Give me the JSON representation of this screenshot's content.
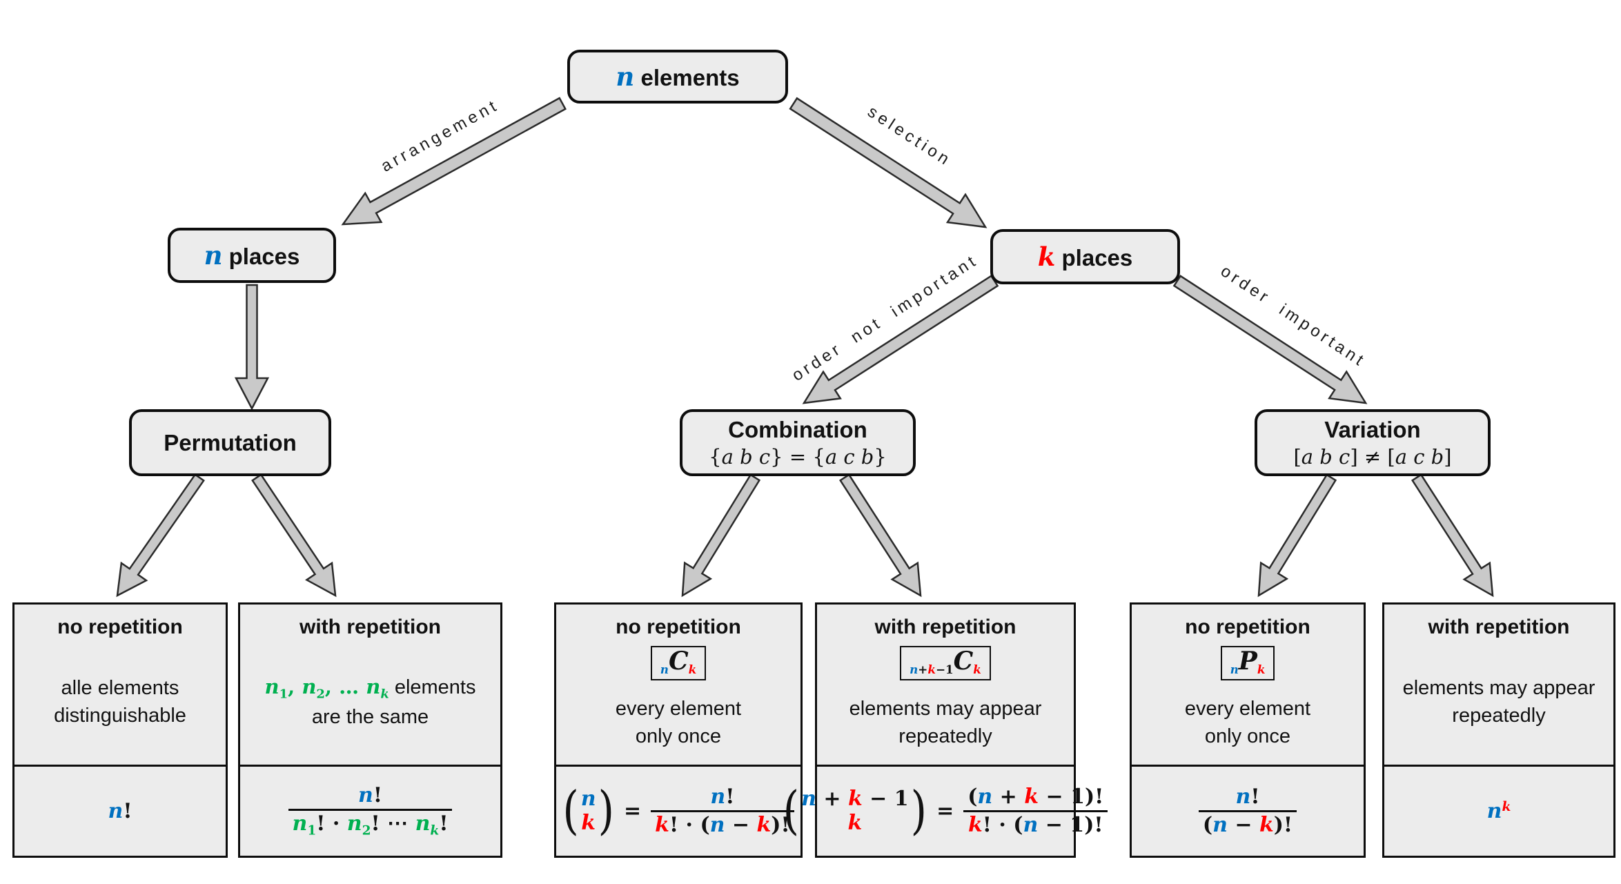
{
  "palette": {
    "blue": "#0070C0",
    "red": "#FF0000",
    "green": "#00B050",
    "node_fill": "#ececec",
    "arrow_fill": "#c9c9c9",
    "border": "#0d0d0d"
  },
  "nodes": {
    "root": {
      "title": [
        [
          "n",
          "v c-b"
        ],
        [
          " elements",
          ""
        ]
      ]
    },
    "n_places": {
      "title": [
        [
          "n",
          "v c-b"
        ],
        [
          " places",
          ""
        ]
      ]
    },
    "k_places": {
      "title": [
        [
          "k",
          "v c-r"
        ],
        [
          " places",
          ""
        ]
      ]
    },
    "permutation": {
      "title": [
        [
          "Permutation",
          ""
        ]
      ]
    },
    "combination": {
      "title": [
        [
          "Combination",
          ""
        ]
      ],
      "subtitle": [
        [
          "{",
          "mu"
        ],
        [
          "a b c",
          "mi"
        ],
        [
          "} = {",
          "mu"
        ],
        [
          "a c b",
          "mi"
        ],
        [
          "}",
          "mu"
        ]
      ]
    },
    "variation": {
      "title": [
        [
          "Variation",
          ""
        ]
      ],
      "subtitle": [
        [
          "[",
          "mu"
        ],
        [
          "a b c",
          "mi"
        ],
        [
          "] ≠ [",
          "mu"
        ],
        [
          "a c b",
          "mi"
        ],
        [
          "]",
          "mu"
        ]
      ]
    }
  },
  "edge_labels": {
    "arrangement": "arrangement",
    "selection": "selection",
    "order_not_important": "order not important",
    "order_important": "order important"
  },
  "leaves": [
    {
      "id": "permutation-no-repetition",
      "header": "no repetition",
      "symbol": null,
      "desc": [
        [
          [
            "alle elements",
            ""
          ]
        ],
        [
          [
            "distinguishable",
            ""
          ]
        ]
      ],
      "formula": [
        {
          "segs": [
            [
              "n",
              "v c-b"
            ],
            [
              "!",
              "u"
            ]
          ]
        }
      ]
    },
    {
      "id": "permutation-with-repetition",
      "header": "with repetition",
      "symbol": null,
      "desc": [
        [
          [
            "n",
            "v c-g"
          ],
          [
            "1",
            "u c-g sub"
          ],
          [
            ", ",
            "u c-g"
          ],
          [
            "n",
            "v c-g"
          ],
          [
            "2",
            "u c-g sub"
          ],
          [
            ", … ",
            "u c-g"
          ],
          [
            "n",
            "v c-g"
          ],
          [
            "k",
            "v c-g sub"
          ],
          [
            " elements",
            ""
          ]
        ],
        [
          [
            "are the same",
            ""
          ]
        ]
      ],
      "formula": [
        {
          "frac": {
            "num": [
              [
                "n",
                "v c-b"
              ],
              [
                "!",
                "u"
              ]
            ],
            "den": [
              [
                "n",
                "v c-g"
              ],
              [
                "1",
                "u c-g sub"
              ],
              [
                "! · ",
                "u"
              ],
              [
                "n",
                "v c-g"
              ],
              [
                "2",
                "u c-g sub"
              ],
              [
                "! ⋯ ",
                "u"
              ],
              [
                "n",
                "v c-g"
              ],
              [
                "k",
                "v c-g sub"
              ],
              [
                "!",
                "u"
              ]
            ]
          }
        }
      ]
    },
    {
      "id": "combination-no-repetition",
      "header": "no repetition",
      "symbol": [
        [
          "n",
          "v c-b sub"
        ],
        [
          "C",
          "v big"
        ],
        [
          "k",
          "v c-r sub"
        ]
      ],
      "desc": [
        [
          [
            "every element",
            ""
          ]
        ],
        [
          [
            "only once",
            ""
          ]
        ]
      ],
      "formula": [
        {
          "binom": {
            "top": [
              [
                "n",
                "v c-b"
              ]
            ],
            "bot": [
              [
                "k",
                "v c-r"
              ]
            ]
          }
        },
        {
          "segs": [
            [
              "=",
              "u eq"
            ]
          ]
        },
        {
          "frac": {
            "num": [
              [
                "n",
                "v c-b"
              ],
              [
                "!",
                "u"
              ]
            ],
            "den": [
              [
                "k",
                "v c-r"
              ],
              [
                "! · (",
                "u"
              ],
              [
                "n",
                "v c-b"
              ],
              [
                " − ",
                "u"
              ],
              [
                "k",
                "v c-r"
              ],
              [
                ")!",
                "u"
              ]
            ]
          }
        }
      ]
    },
    {
      "id": "combination-with-repetition",
      "header": "with repetition",
      "symbol": [
        [
          "n",
          "v c-b sub"
        ],
        [
          "+",
          "u sub"
        ],
        [
          "k",
          "v c-r sub"
        ],
        [
          "−1",
          "u sub"
        ],
        [
          "C",
          "v big"
        ],
        [
          "k",
          "v c-r sub"
        ]
      ],
      "desc": [
        [
          [
            "elements may appear",
            ""
          ]
        ],
        [
          [
            "repeatedly",
            ""
          ]
        ]
      ],
      "formula": [
        {
          "binom": {
            "top": [
              [
                "n",
                "v c-b"
              ],
              [
                " + ",
                "u"
              ],
              [
                "k",
                "v c-r"
              ],
              [
                " − 1",
                "u"
              ]
            ],
            "bot": [
              [
                "k",
                "v c-r"
              ]
            ]
          }
        },
        {
          "segs": [
            [
              "=",
              "u eq"
            ]
          ]
        },
        {
          "frac": {
            "num": [
              [
                "(",
                "u"
              ],
              [
                "n",
                "v c-b"
              ],
              [
                " + ",
                "u"
              ],
              [
                "k",
                "v c-r"
              ],
              [
                " − 1",
                "u"
              ],
              [
                ")!",
                "u"
              ]
            ],
            "den": [
              [
                "k",
                "v c-r"
              ],
              [
                "! · (",
                "u"
              ],
              [
                "n",
                "v c-b"
              ],
              [
                " − 1",
                "u"
              ],
              [
                ")!",
                "u"
              ]
            ]
          }
        }
      ]
    },
    {
      "id": "variation-no-repetition",
      "header": "no repetition",
      "symbol": [
        [
          "n",
          "v c-b sub"
        ],
        [
          "P",
          "v big"
        ],
        [
          "k",
          "v c-r sub"
        ]
      ],
      "desc": [
        [
          [
            "every element",
            ""
          ]
        ],
        [
          [
            "only once",
            ""
          ]
        ]
      ],
      "formula": [
        {
          "frac": {
            "num": [
              [
                "n",
                "v c-b"
              ],
              [
                "!",
                "u"
              ]
            ],
            "den": [
              [
                "(",
                "u"
              ],
              [
                "n",
                "v c-b"
              ],
              [
                " − ",
                "u"
              ],
              [
                "k",
                "v c-r"
              ],
              [
                ")!",
                "u"
              ]
            ]
          }
        }
      ]
    },
    {
      "id": "variation-with-repetition",
      "header": "with repetition",
      "symbol": null,
      "desc": [
        [
          [
            "elements may appear",
            ""
          ]
        ],
        [
          [
            "repeatedly",
            ""
          ]
        ]
      ],
      "formula": [
        {
          "segs": [
            [
              "n",
              "v c-b"
            ],
            [
              "k",
              "v c-r sup"
            ]
          ]
        }
      ]
    }
  ]
}
